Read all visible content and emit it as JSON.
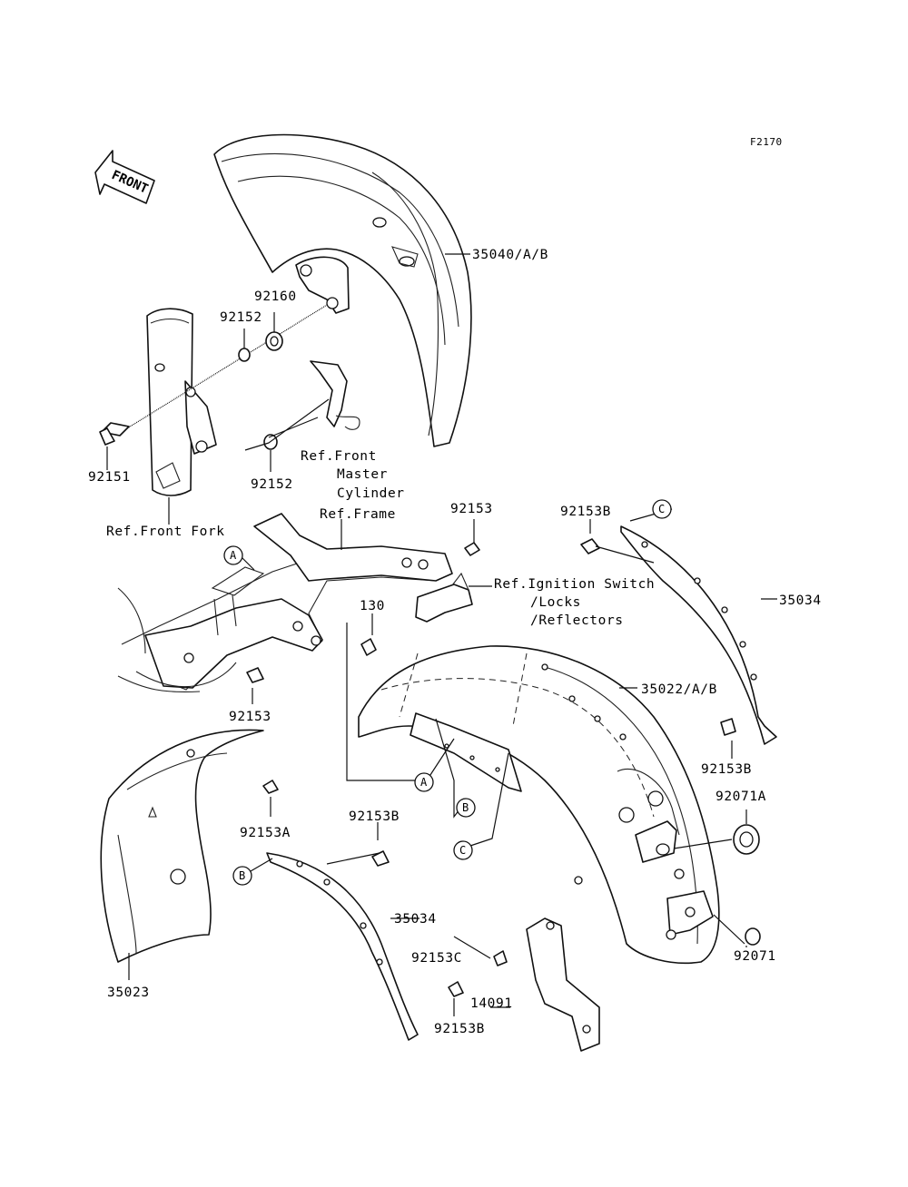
{
  "figure_code": "F2170",
  "front_arrow_label": "FRONT",
  "parts": {
    "p35040": "35040/A/B",
    "p92160": "92160",
    "p92152_top": "92152",
    "p92152_bottom": "92152",
    "p92151": "92151",
    "p92153_top": "92153",
    "p92153B_top": "92153B",
    "p35034_right": "35034",
    "p130": "130",
    "p35022": "35022/A/B",
    "p92153_left": "92153",
    "p92153B_right": "92153B",
    "p92071A": "92071A",
    "p92153A": "92153A",
    "p92153B_mid": "92153B",
    "p35034_left": "35034",
    "p92153C": "92153C",
    "p92071": "92071",
    "p35023": "35023",
    "p14091": "14091",
    "p92153B_bottom": "92153B"
  },
  "refs": {
    "front_master_1": "Ref.Front",
    "front_master_2": "Master",
    "front_master_3": "Cylinder",
    "front_fork": "Ref.Front Fork",
    "frame": "Ref.Frame",
    "ignition_1": "Ref.Ignition Switch",
    "ignition_2": "/Locks",
    "ignition_3": "/Reflectors"
  },
  "callouts": {
    "a_frame": "A",
    "a_fender": "A",
    "b_fender": "B",
    "b_bracket": "B",
    "c_fender": "C",
    "c_rail": "C"
  }
}
